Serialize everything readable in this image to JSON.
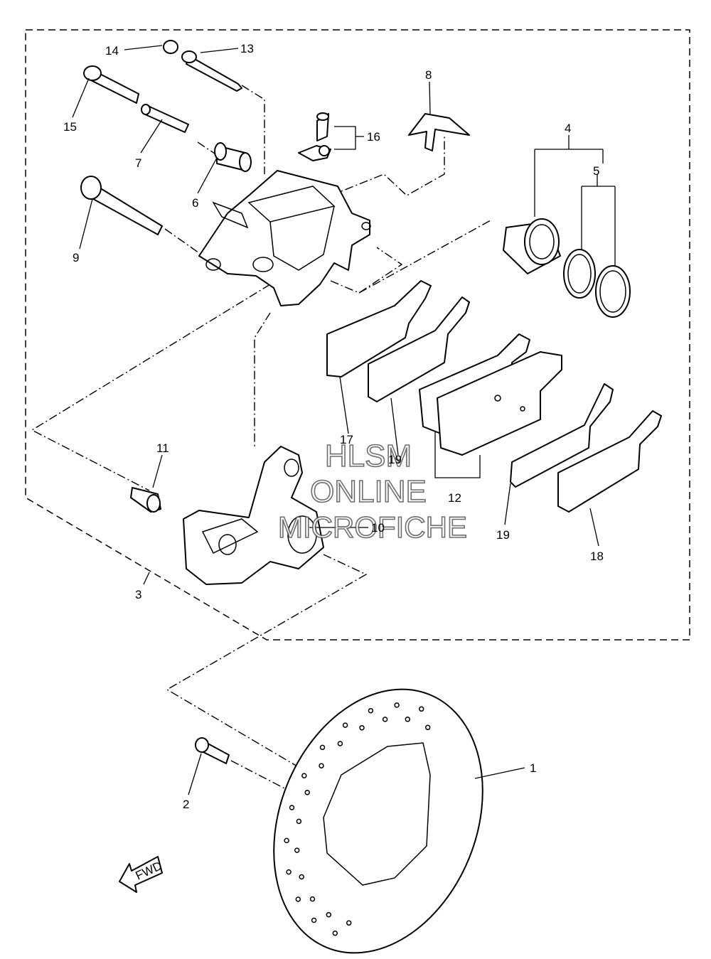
{
  "labels": {
    "n1": "1",
    "n2": "2",
    "n3": "3",
    "n4": "4",
    "n5": "5",
    "n6": "6",
    "n7": "7",
    "n8": "8",
    "n9": "9",
    "n10": "10",
    "n11": "11",
    "n12": "12",
    "n13": "13",
    "n14": "14",
    "n15": "15",
    "n16": "16",
    "n17": "17",
    "n18": "18",
    "n19": "19",
    "n19b": "19"
  },
  "watermark": {
    "line1": "HLSM",
    "line2": "ONLINE",
    "line3": "MICROFICHE"
  },
  "fwd_label": "FWD"
}
